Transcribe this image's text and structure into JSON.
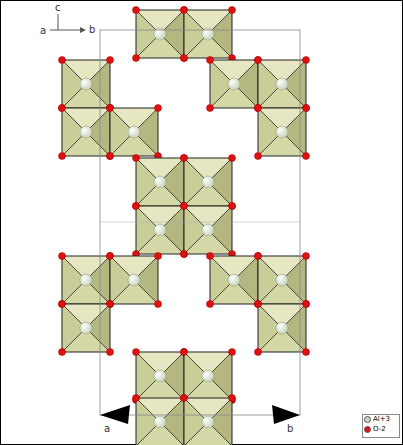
{
  "diagram": {
    "labels": [
      "c",
      "a",
      "b",
      "a",
      "b"
    ],
    "legend": [
      {
        "text": "Al+3",
        "color": "#c9d6bd"
      },
      {
        "text": "O-2",
        "color": "#e01010"
      }
    ]
  }
}
